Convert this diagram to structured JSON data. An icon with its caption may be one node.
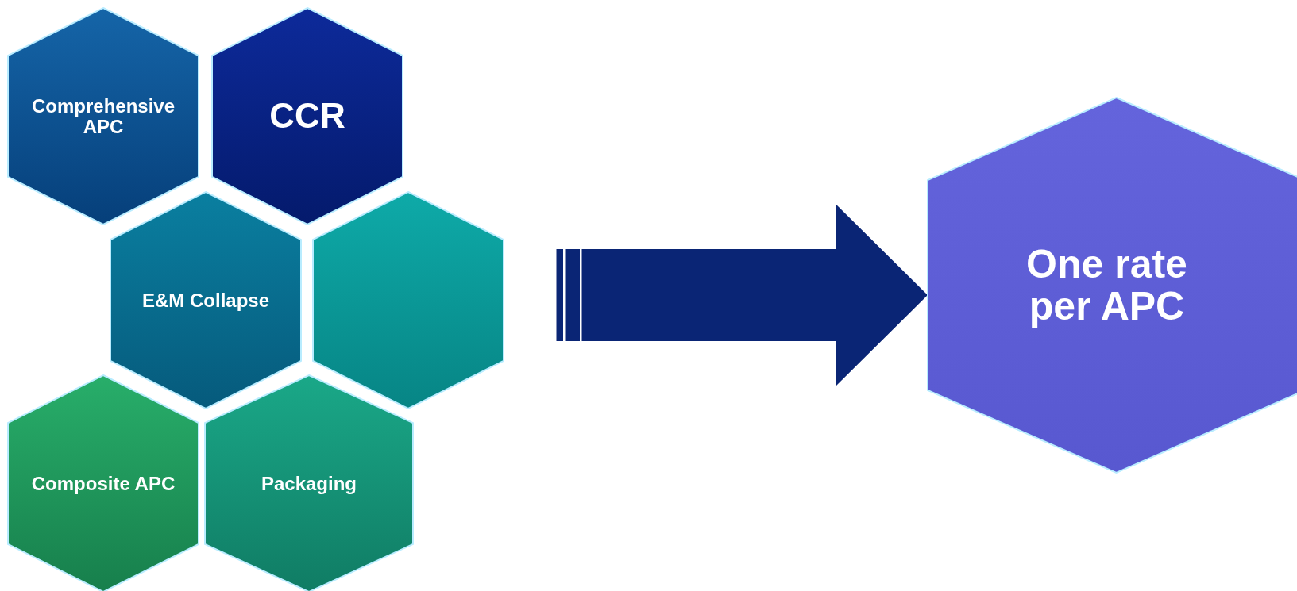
{
  "diagram": {
    "nodes": [
      {
        "text": [
          "Comprehensive APC"
        ]
      },
      {
        "text": [
          "CCR"
        ]
      },
      {
        "text": [
          "E&M Collapse"
        ]
      },
      {
        "text": [],
        "shape": "hexagon"
      },
      {
        "text": [
          "Composite APC"
        ]
      },
      {
        "text": [
          "Packaging"
        ]
      },
      {
        "text": [
          "One rate per APC"
        ]
      }
    ],
    "edges": [
      {
        "from": null,
        "to": 6,
        "arrow": "to",
        "style": "thick"
      }
    ]
  }
}
